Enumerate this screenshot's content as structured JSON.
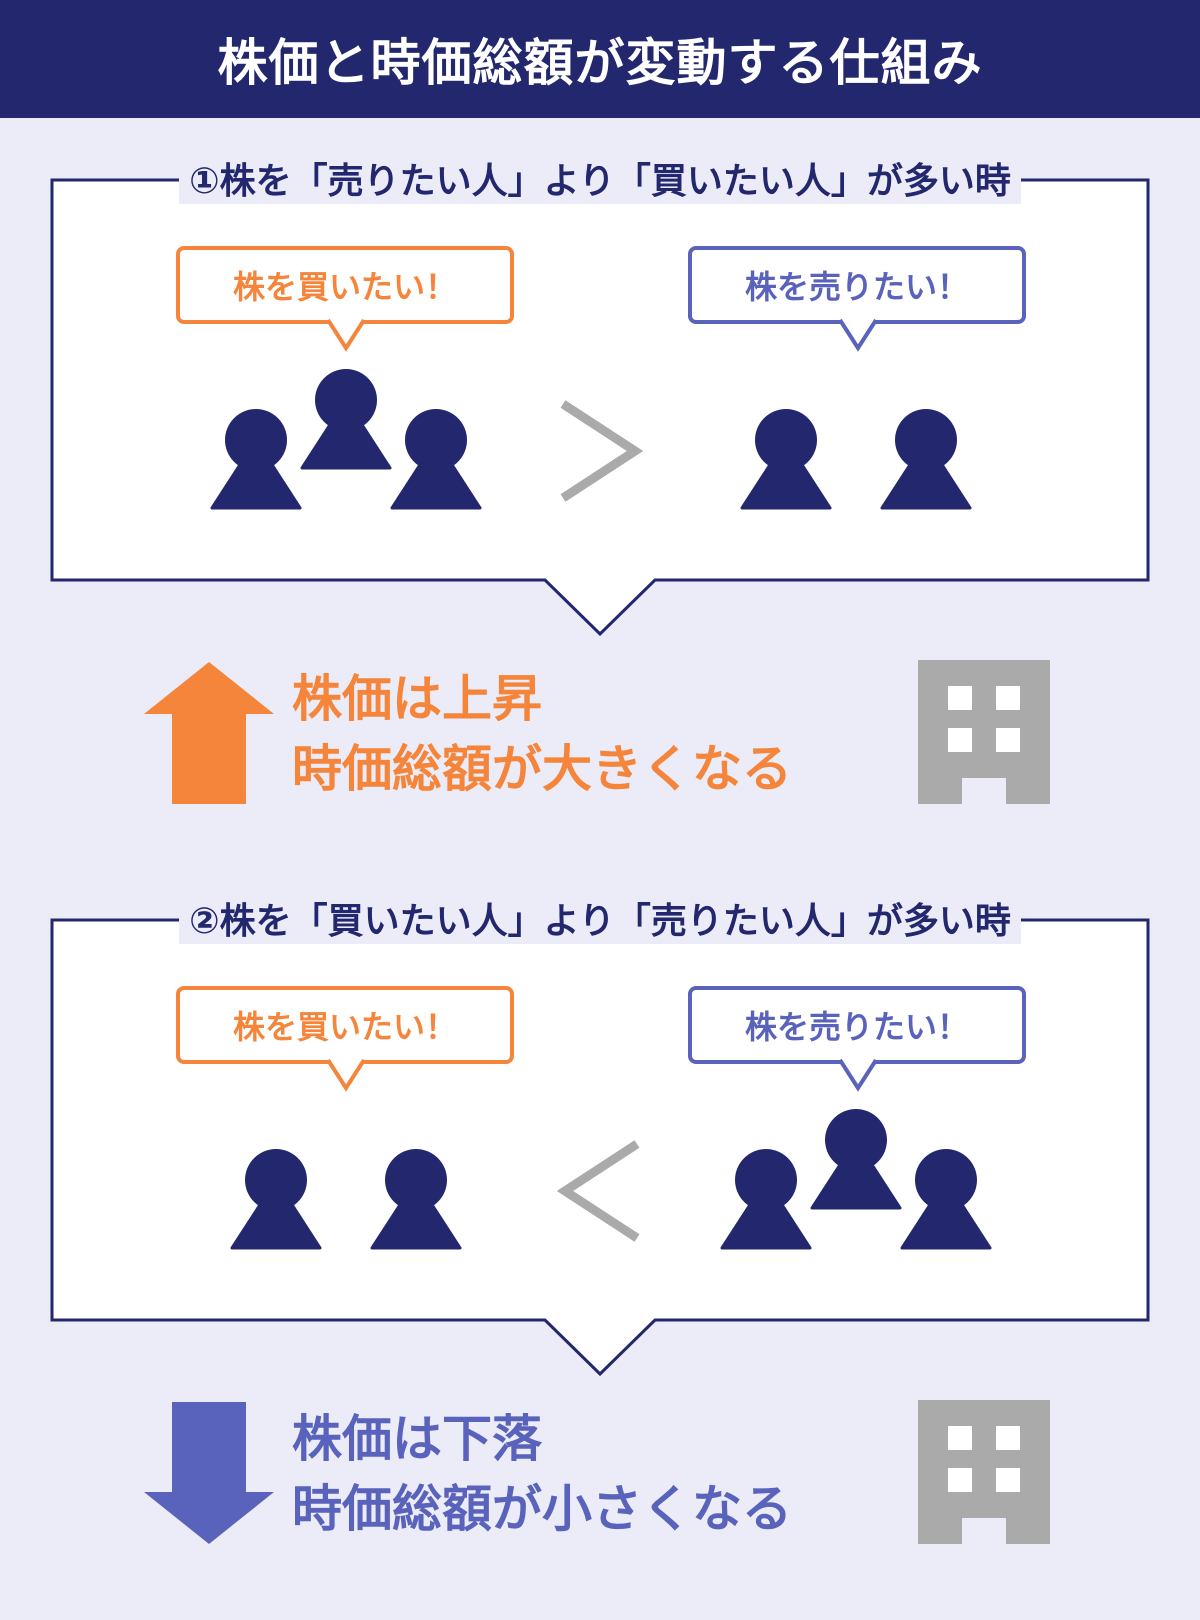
{
  "header": {
    "title": "株価と時価総額が変動する仕組み"
  },
  "colors": {
    "navy": "#22276e",
    "orange": "#f4853a",
    "purple": "#5a63bb",
    "gray": "#aaaaaa",
    "background": "#ececf8"
  },
  "panel1": {
    "title": "①株を「売りたい人」より「買いたい人」が多い時",
    "buy_bubble": "株を買いたい！",
    "sell_bubble": "株を売りたい！",
    "buyers_count": 3,
    "sellers_count": 2,
    "comparison": ">"
  },
  "result1": {
    "line1": "株価は上昇",
    "line2": "時価総額が大きくなる",
    "arrow": "up-arrow-icon",
    "icon": "building-icon"
  },
  "panel2": {
    "title": "②株を「買いたい人」より「売りたい人」が多い時",
    "buy_bubble": "株を買いたい！",
    "sell_bubble": "株を売りたい！",
    "buyers_count": 2,
    "sellers_count": 3,
    "comparison": "<"
  },
  "result2": {
    "line1": "株価は下落",
    "line2": "時価総額が小さくなる",
    "arrow": "down-arrow-icon",
    "icon": "building-icon"
  }
}
